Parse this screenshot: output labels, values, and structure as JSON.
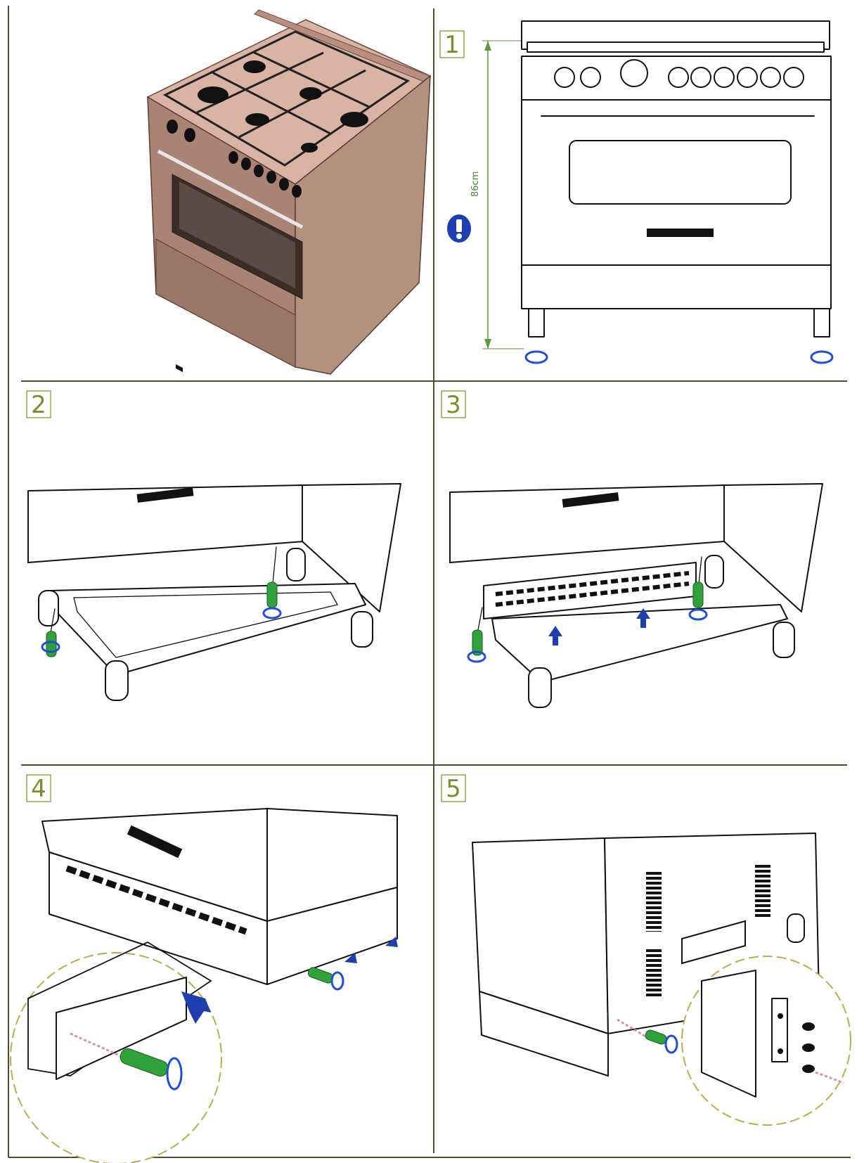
{
  "steps": [
    {
      "number": "1"
    },
    {
      "number": "2"
    },
    {
      "number": "3"
    },
    {
      "number": "4"
    },
    {
      "number": "5"
    }
  ],
  "dimension_label": "86cm",
  "colors": {
    "accent_blue": "#1f3fb0",
    "label_olive": "#7f8b2c",
    "dimension_green": "#4a8a2f",
    "tool_green": "#2fa33a",
    "range_copper": "#c9a08f"
  },
  "icons": {
    "warning": "exclamation-icon",
    "rotate": "rotate-arrow-icon",
    "push": "arrow-icon",
    "tool": "screwdriver-icon"
  }
}
